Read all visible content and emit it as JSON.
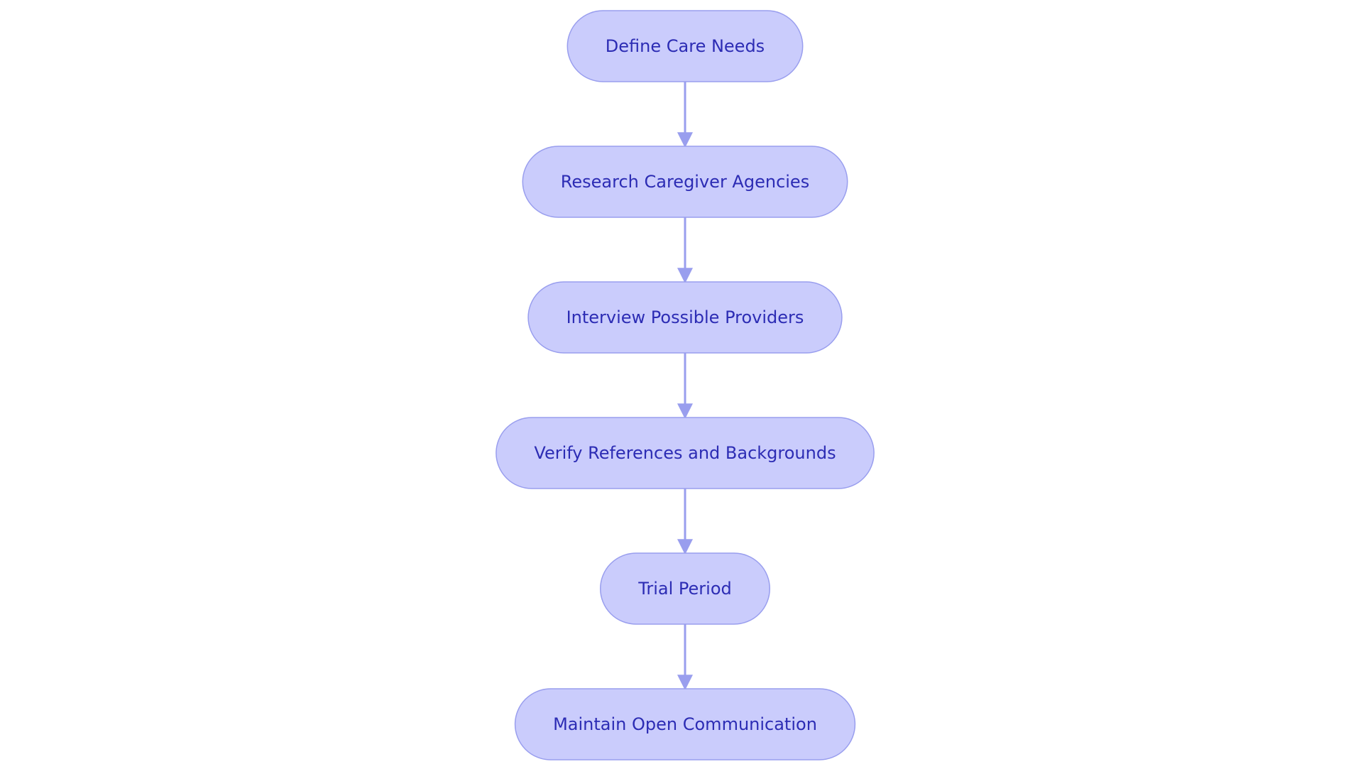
{
  "diagram": {
    "type": "flowchart",
    "direction": "top-to-bottom",
    "colors": {
      "node_fill": "#CACCFC",
      "node_stroke": "#999EEE",
      "edge": "#999EEE",
      "text": "#2C2CB4"
    },
    "nodes": [
      {
        "id": "define-care-needs",
        "label": "Define Care Needs"
      },
      {
        "id": "research-caregiver-agencies",
        "label": "Research Caregiver Agencies"
      },
      {
        "id": "interview-possible-providers",
        "label": "Interview Possible Providers"
      },
      {
        "id": "verify-references-and-backgrounds",
        "label": "Verify References and Backgrounds"
      },
      {
        "id": "trial-period",
        "label": "Trial Period"
      },
      {
        "id": "maintain-open-communication",
        "label": "Maintain Open Communication"
      }
    ],
    "edges": [
      {
        "from": "define-care-needs",
        "to": "research-caregiver-agencies"
      },
      {
        "from": "research-caregiver-agencies",
        "to": "interview-possible-providers"
      },
      {
        "from": "interview-possible-providers",
        "to": "verify-references-and-backgrounds"
      },
      {
        "from": "verify-references-and-backgrounds",
        "to": "trial-period"
      },
      {
        "from": "trial-period",
        "to": "maintain-open-communication"
      }
    ]
  }
}
